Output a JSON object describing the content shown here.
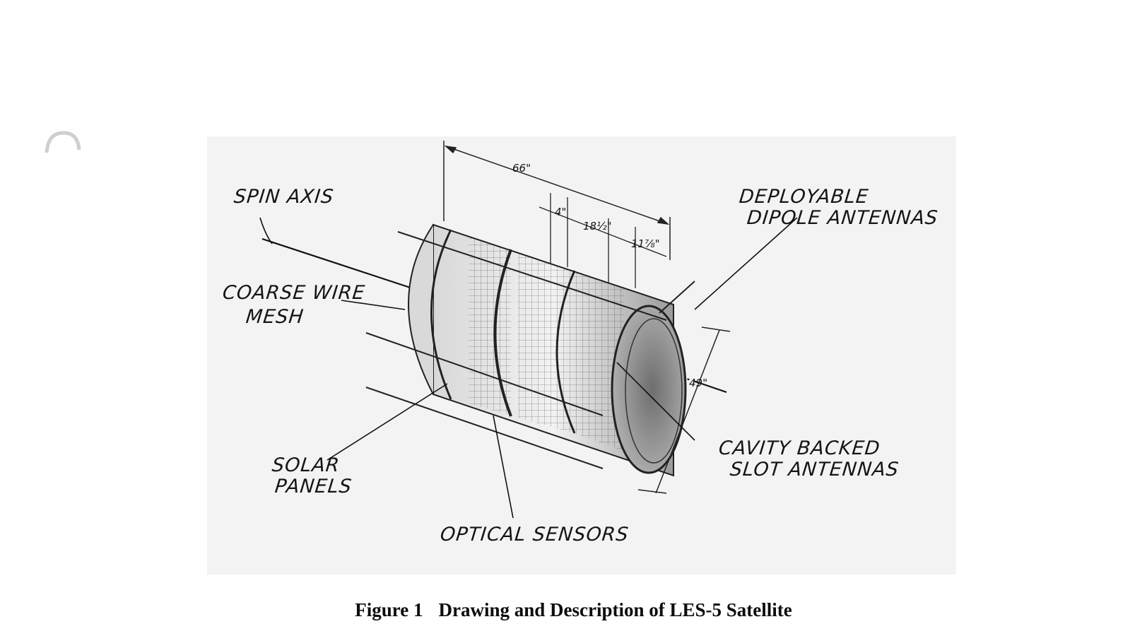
{
  "figure": {
    "labels": {
      "spin_axis": "SPIN AXIS",
      "coarse_wire_mesh_1": "COARSE WIRE",
      "coarse_wire_mesh_2": "MESH",
      "solar_panels_1": "SOLAR",
      "solar_panels_2": "PANELS",
      "optical_sensors": "OPTICAL SENSORS",
      "deployable_dipole_1": "DEPLOYABLE",
      "deployable_dipole_2": "DIPOLE ANTENNAS",
      "cavity_backed_1": "CAVITY BACKED",
      "cavity_backed_2": "SLOT ANTENNAS"
    },
    "dimensions": {
      "length": "66\"",
      "segment_a": "4\"",
      "segment_b": "18½\"",
      "segment_c": "11⅞\"",
      "diameter": "49\""
    }
  },
  "caption": {
    "number": "Figure 1",
    "text": "Drawing and Description of LES-5 Satellite"
  }
}
